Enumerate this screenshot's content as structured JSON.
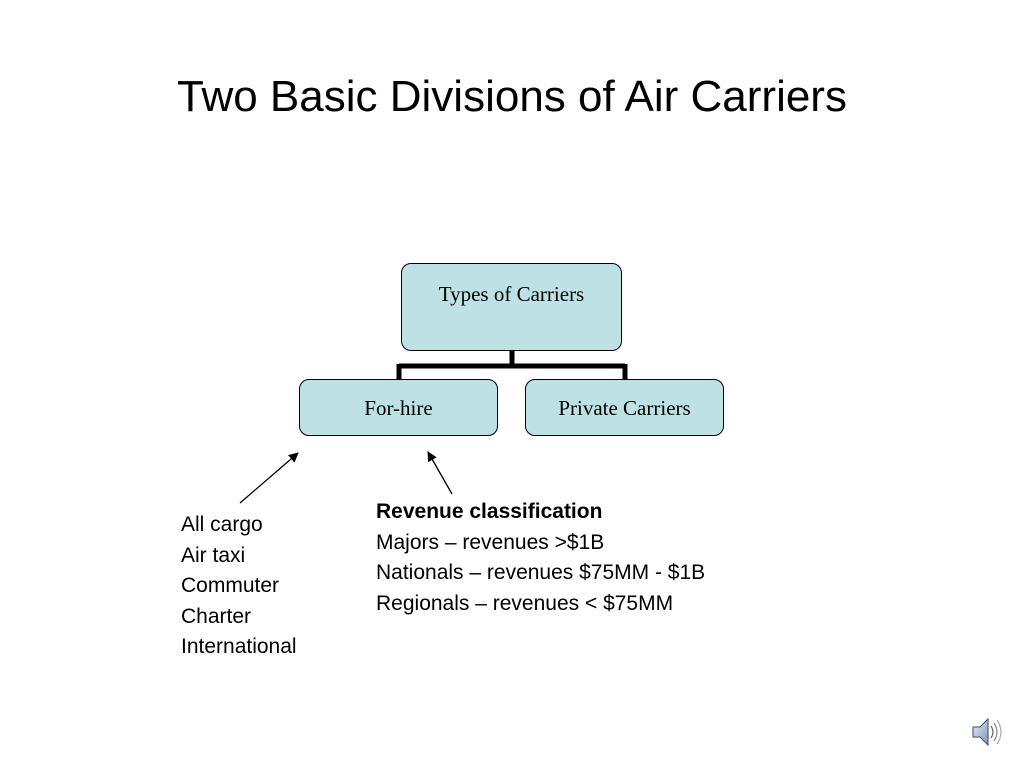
{
  "slide": {
    "title": "Two Basic Divisions of Air Carriers"
  },
  "diagram": {
    "root": {
      "label": "Types of Carriers"
    },
    "children": [
      {
        "label": "For-hire"
      },
      {
        "label": "Private Carriers"
      }
    ]
  },
  "forhire_types": [
    "All cargo",
    "Air taxi",
    "Commuter",
    "Charter",
    "International"
  ],
  "revenue_classification": {
    "heading": "Revenue classification",
    "lines": [
      "Majors – revenues >$1B",
      "Nationals – revenues $75MM - $1B",
      "Regionals – revenues < $75MM"
    ]
  },
  "colors": {
    "node_fill": "#bde1e5",
    "node_border": "#000000",
    "connector": "#000000"
  },
  "icons": {
    "audio": "speaker-icon"
  }
}
